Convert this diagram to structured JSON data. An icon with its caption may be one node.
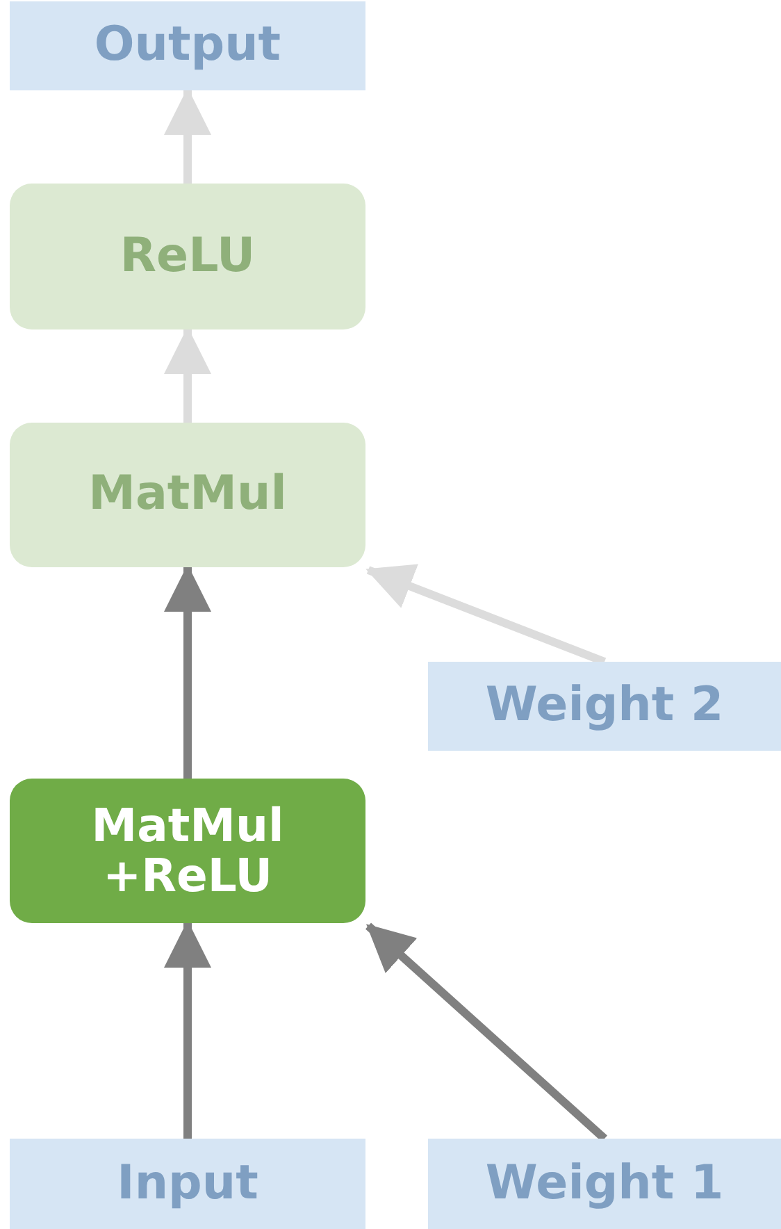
{
  "diagram": {
    "nodes": [
      {
        "text": [
          "Output"
        ]
      },
      {
        "text": [
          "ReLU"
        ]
      },
      {
        "text": [
          "MatMul"
        ]
      },
      {
        "text": [
          "Weight 2"
        ]
      },
      {
        "text": [
          "MatMul +ReLU"
        ]
      },
      {
        "text": [
          "Input"
        ]
      },
      {
        "text": [
          "Weight 1"
        ]
      }
    ],
    "edges": [
      {
        "from": 1,
        "to": 0,
        "arrow": "to",
        "color": "#dcdcdc"
      },
      {
        "from": 2,
        "to": 1,
        "arrow": "to",
        "color": "#dcdcdc"
      },
      {
        "from": 4,
        "to": 2,
        "arrow": "to",
        "color": "#808080"
      },
      {
        "from": 3,
        "to": 2,
        "arrow": "to",
        "color": "#dcdcdc"
      },
      {
        "from": 5,
        "to": 4,
        "arrow": "to",
        "color": "#808080"
      },
      {
        "from": 6,
        "to": 4,
        "arrow": "to",
        "color": "#808080"
      }
    ]
  }
}
